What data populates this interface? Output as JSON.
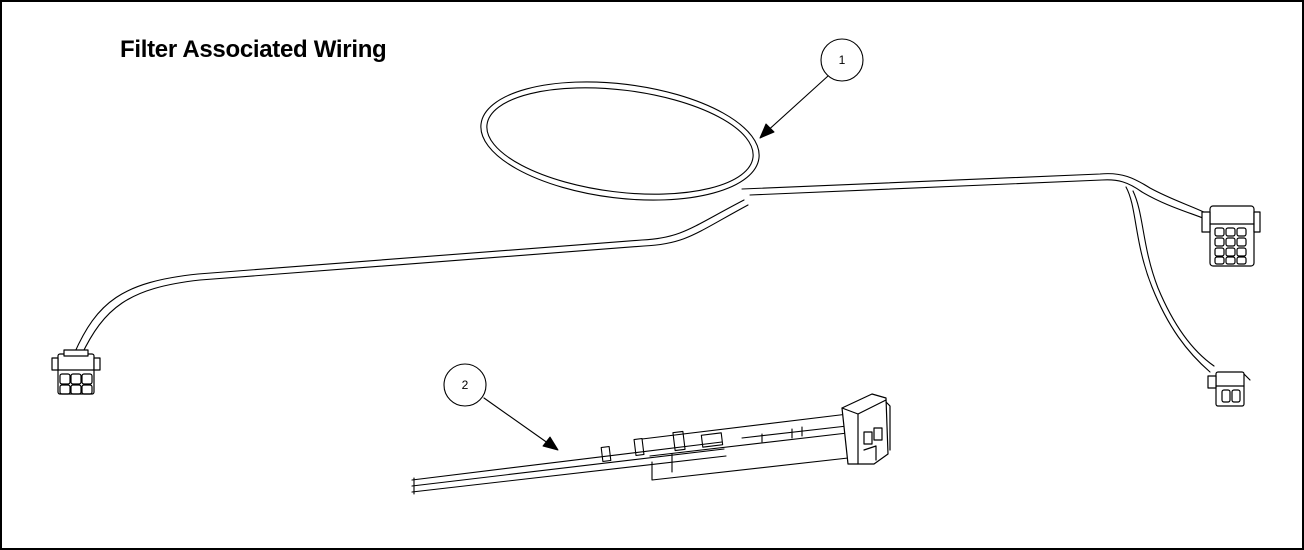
{
  "title": "Filter Associated Wiring",
  "callouts": [
    {
      "id": "1",
      "label": "1"
    },
    {
      "id": "2",
      "label": "2"
    }
  ],
  "line_color": "#000000",
  "background_color": "#ffffff"
}
